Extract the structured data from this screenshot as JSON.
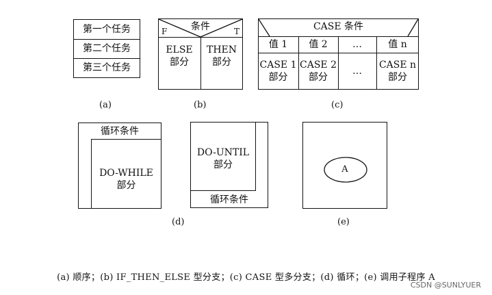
{
  "sequence": {
    "tasks": [
      "第一个任务",
      "第二个任务",
      "第三个任务"
    ],
    "caption": "(a)"
  },
  "if_then_else": {
    "condition": "条件",
    "false_mark": "F",
    "true_mark": "T",
    "else_part": [
      "ELSE",
      "部分"
    ],
    "then_part": [
      "THEN",
      "部分"
    ],
    "caption": "(b)"
  },
  "case": {
    "condition": "CASE 条件",
    "values": [
      "值 1",
      "值 2",
      "…",
      "值 n"
    ],
    "parts": [
      [
        "CASE 1",
        "部分"
      ],
      [
        "CASE 2",
        "部分"
      ],
      [
        "…",
        ""
      ],
      [
        "CASE n",
        "部分"
      ]
    ],
    "caption": "(c)"
  },
  "do_while": {
    "condition": "循环条件",
    "body": [
      "DO-WHILE",
      "部分"
    ]
  },
  "do_until": {
    "condition": "循环条件",
    "body": [
      "DO-UNTIL",
      "部分"
    ]
  },
  "loop_caption": "(d)",
  "call": {
    "label": "A",
    "caption": "(e)"
  },
  "footer": "(a) 顺序；(b) IF_THEN_ELSE 型分支；(c) CASE 型多分支；(d) 循环；(e) 调用子程序 A",
  "watermark": "CSDN @SUNLYUER"
}
